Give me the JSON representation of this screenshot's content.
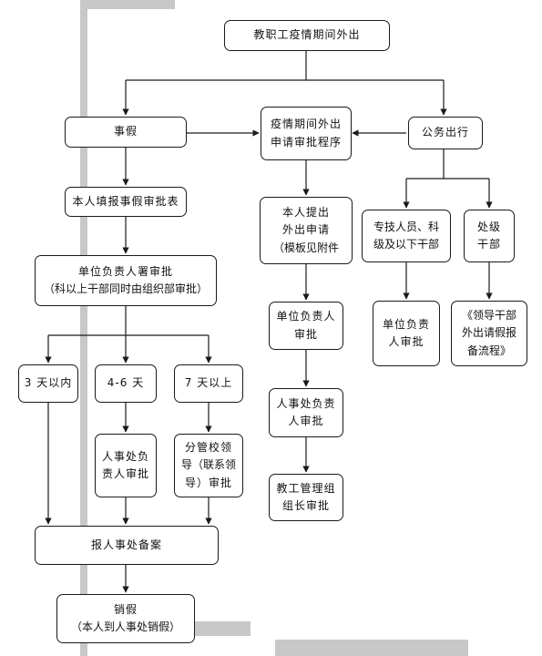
{
  "diagram": {
    "title": "教职工疫情期间外出",
    "branches": {
      "personal_leave": "事假",
      "center": [
        "疫情期间外出",
        "申请审批程序"
      ],
      "business_trip": "公务出行"
    },
    "left_column": {
      "fill_form": "本人填报事假审批表",
      "unit_head": [
        "单位负责人署审批",
        "（科以上干部同时由组织部审批）"
      ],
      "within_3": "3 天以内",
      "days_4_6": "4-6 天",
      "days_7_plus": "7 天以上",
      "hr_head": [
        "人事处负",
        "责人审批"
      ],
      "school_leader": [
        "分管校领",
        "导（联系领",
        "导）审批"
      ],
      "hr_file": "报人事处备案",
      "cancel_leave": [
        "销假",
        "（本人到人事处销假）"
      ]
    },
    "middle_column": {
      "self_apply": [
        "本人提出",
        "外出申请",
        "（模板见附件"
      ],
      "unit_head": [
        "单位负责人",
        "审批"
      ],
      "hr_head": [
        "人事处负责",
        "人审批"
      ],
      "faculty_group": [
        "教工管理组",
        "组长审批"
      ]
    },
    "right_column": {
      "staff": [
        "专技人员、科",
        "级及以下干部"
      ],
      "division": [
        "处级",
        "干部"
      ],
      "staff_approval": [
        "单位负责",
        "人审批"
      ],
      "division_approval": [
        "《领导干部",
        "外出请假报",
        "备流程》"
      ]
    }
  },
  "colors": {
    "line": "#1a1a1a",
    "decoration": "#c8c8c8",
    "background": "#ffffff"
  }
}
